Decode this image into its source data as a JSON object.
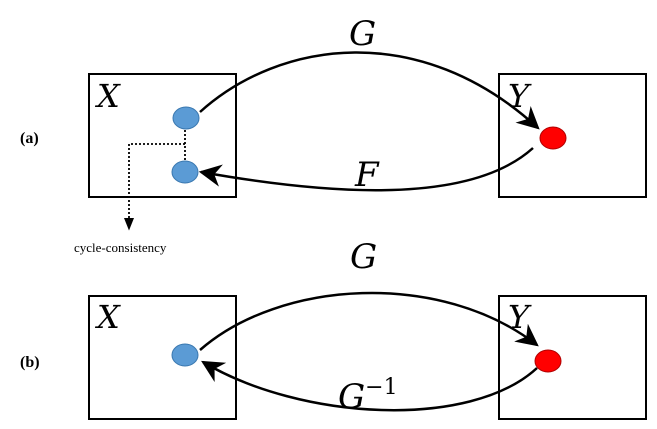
{
  "panels": {
    "a": {
      "label": "(a)",
      "domain_x": "X",
      "domain_y": "Y",
      "forward_map": "G",
      "backward_map": "F",
      "note": "cycle-consistency"
    },
    "b": {
      "label": "(b)",
      "domain_x": "X",
      "domain_y": "Y",
      "forward_map": "G",
      "inverse_base": "G",
      "inverse_exp": "−1"
    }
  },
  "colors": {
    "x_point": "#5b9bd5",
    "y_point": "#ff0000",
    "stroke": "#000000"
  }
}
